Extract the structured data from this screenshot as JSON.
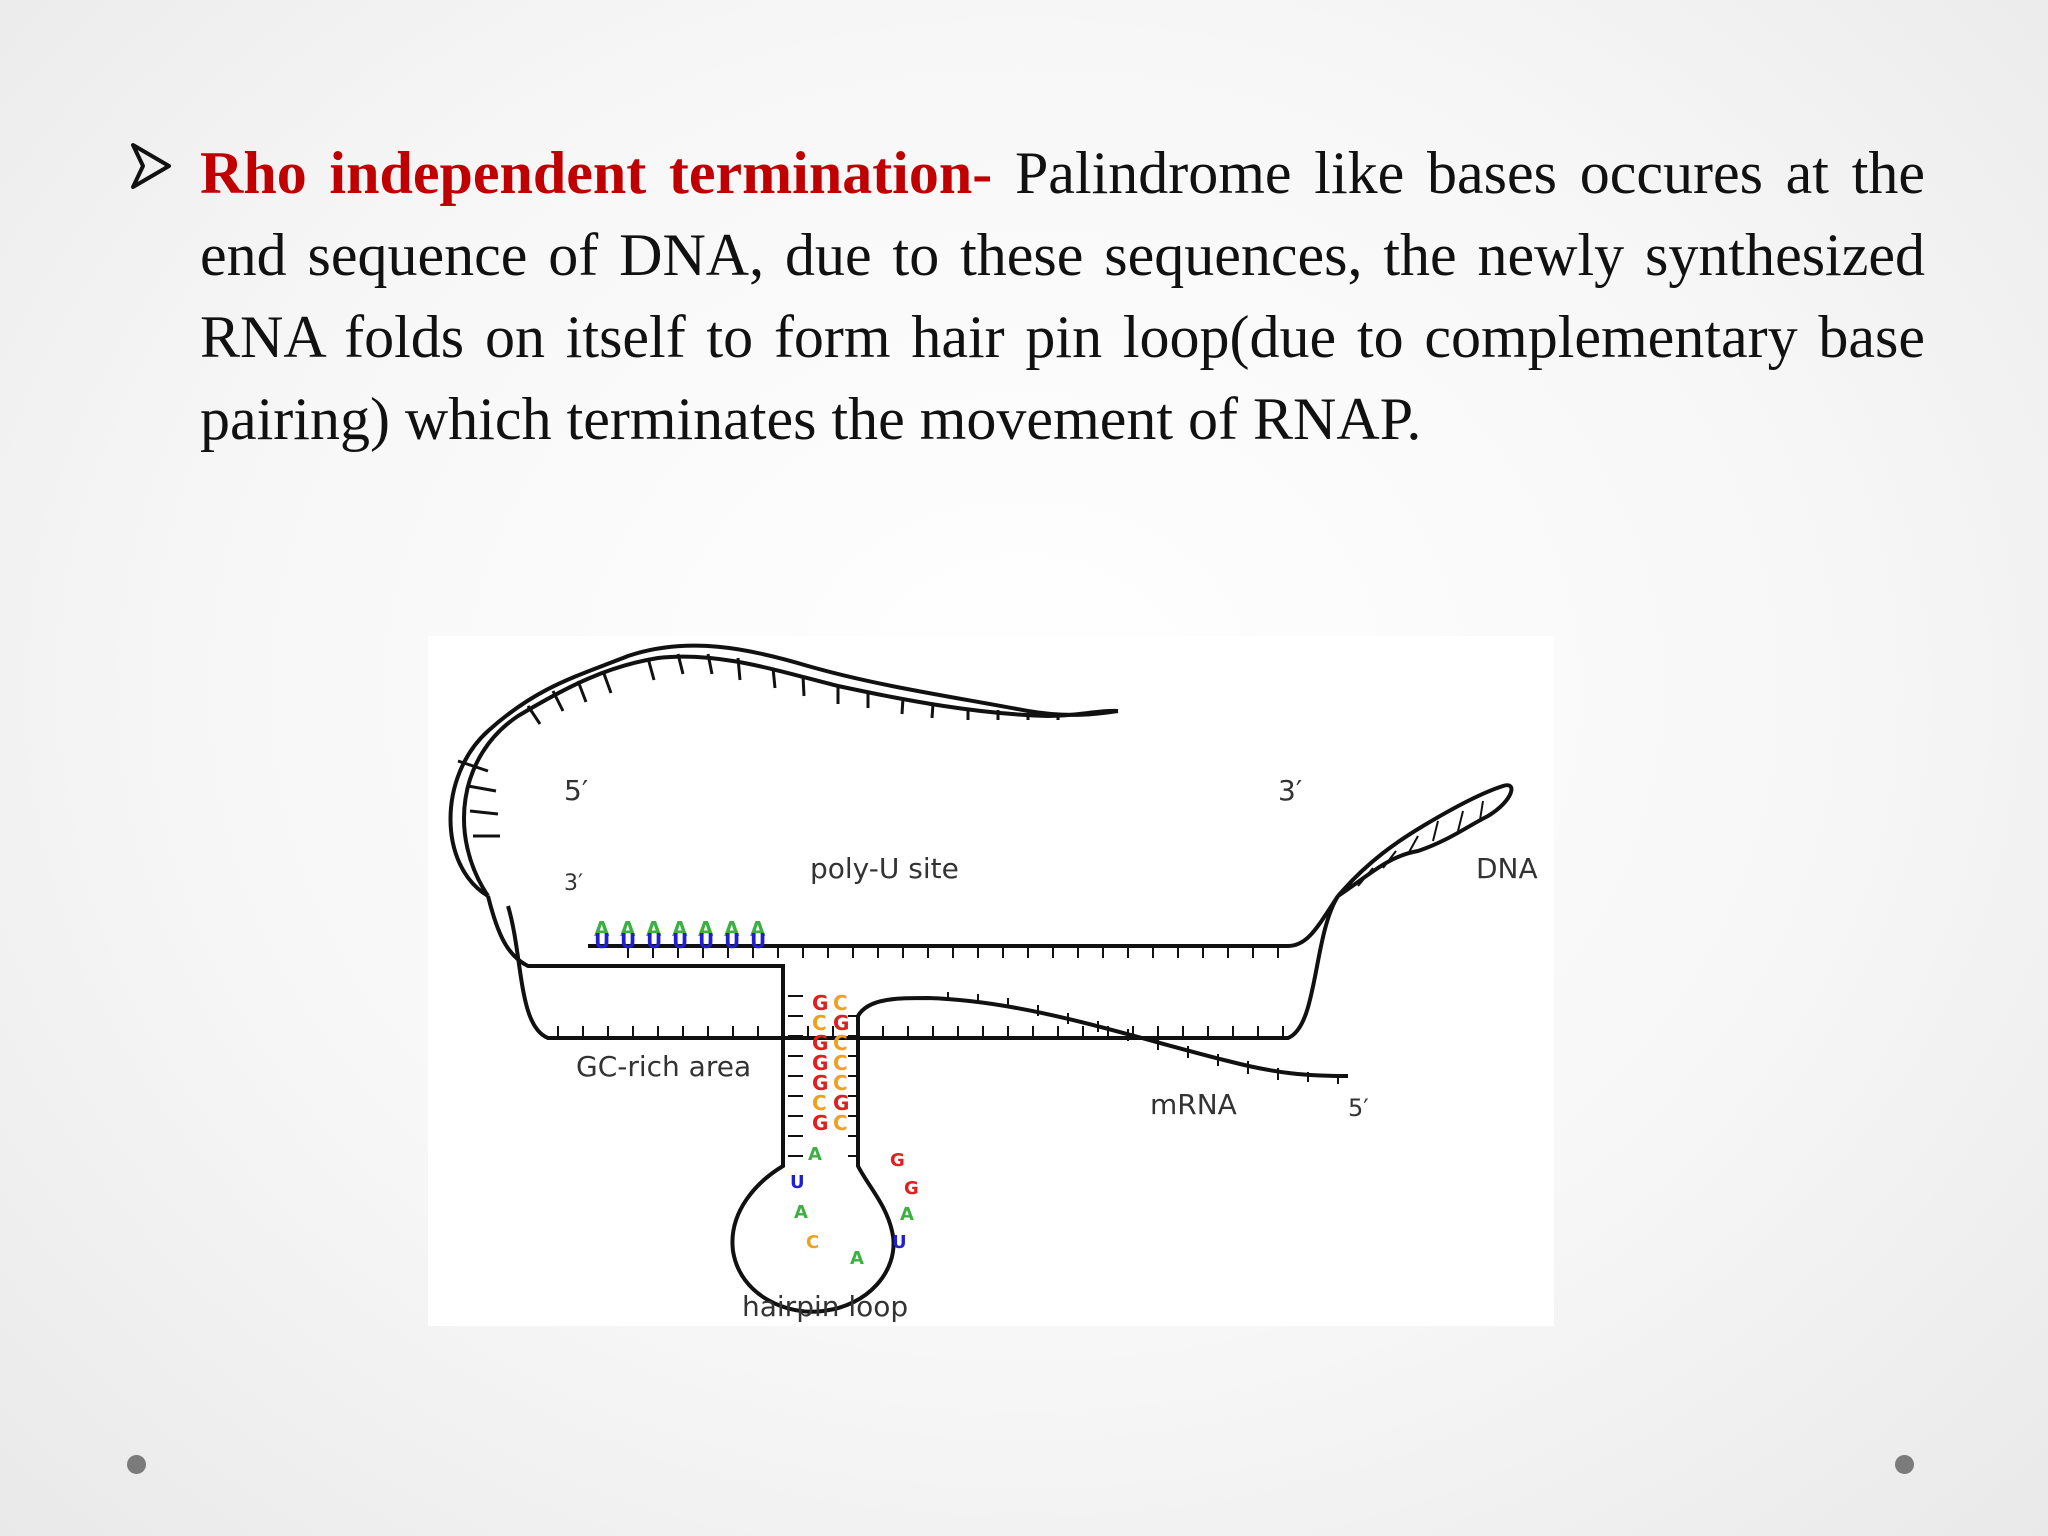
{
  "slide": {
    "heading": "Rho independent termination-",
    "body": " Palindrome like bases occures at the end sequence of DNA, due to these sequences, the newly synthesized RNA folds on itself to form hair pin loop(due to complementary base pairing) which terminates the movement of RNAP.",
    "bullet_icon": "arrow-bullet-icon",
    "accent_color": "#c00000"
  },
  "figure": {
    "label_5prime_top": "5′",
    "label_3prime_top": "3′",
    "label_3prime_rna": "3′",
    "label_5prime_mrna": "5′",
    "poly_u_label": "poly-U site",
    "dna_label": "DNA",
    "gc_rich_label": "GC-rich area",
    "mrna_label": "mRNA",
    "hairpin_label": "hairpin loop",
    "poly_a_bases": [
      "A",
      "A",
      "A",
      "A",
      "A",
      "A",
      "A"
    ],
    "poly_u_bases": [
      "U",
      "U",
      "U",
      "U",
      "U",
      "U",
      "U"
    ],
    "stem_left": [
      "G",
      "C",
      "G",
      "G",
      "G",
      "C",
      "G"
    ],
    "stem_right": [
      "C",
      "G",
      "C",
      "C",
      "C",
      "G",
      "C"
    ],
    "loop_bases": [
      "A",
      "U",
      "A",
      "C",
      "A",
      "U",
      "A",
      "G",
      "G"
    ],
    "base_colors": {
      "A": "#3cb043",
      "U": "#1f1fd0",
      "G": "#e02020",
      "C": "#f0a020"
    }
  }
}
